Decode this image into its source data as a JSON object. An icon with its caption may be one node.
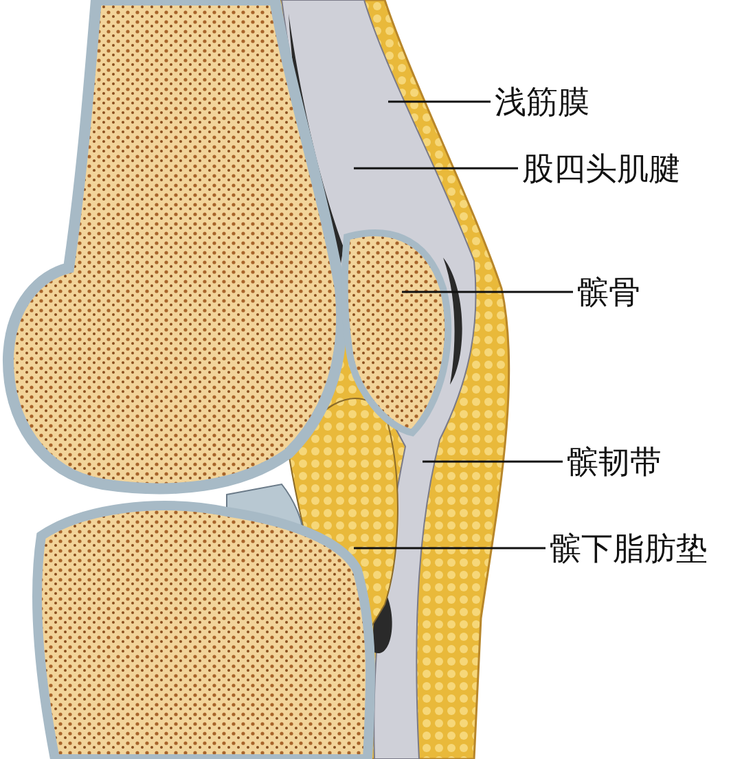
{
  "diagram": {
    "nodes": [
      {
        "text": [
          "浅筋膜"
        ]
      },
      {
        "text": [
          "股四头肌腱"
        ]
      },
      {
        "text": [
          "髌骨"
        ]
      },
      {
        "text": [
          "髌韧带"
        ]
      },
      {
        "text": [
          "髌下脂肪垫"
        ]
      }
    ],
    "edges": [
      {
        "from": 0,
        "to": null,
        "arrow": "none"
      },
      {
        "from": 1,
        "to": null,
        "arrow": "none"
      },
      {
        "from": 2,
        "to": null,
        "arrow": "none"
      },
      {
        "from": 3,
        "to": null,
        "arrow": "none"
      },
      {
        "from": 4,
        "to": null,
        "arrow": "none"
      }
    ]
  }
}
